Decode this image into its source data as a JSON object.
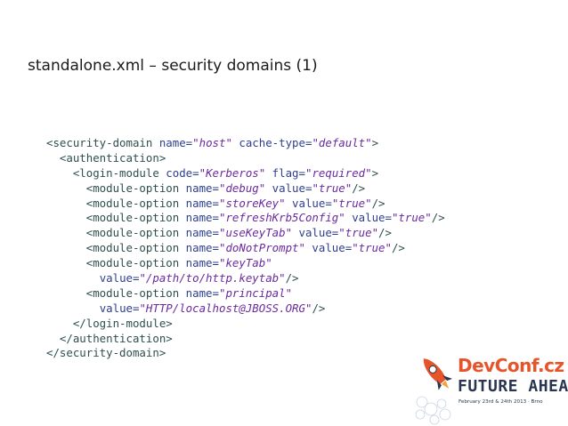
{
  "slide": {
    "title": "standalone.xml – security domains (1)"
  },
  "code_lines": [
    [
      {
        "t": "<security-domain ",
        "c": "tag"
      },
      {
        "t": "name=",
        "c": "attr"
      },
      {
        "t": "\"",
        "c": "q"
      },
      {
        "t": "host",
        "c": "val"
      },
      {
        "t": "\" ",
        "c": "q"
      },
      {
        "t": "cache-type=",
        "c": "attr"
      },
      {
        "t": "\"",
        "c": "q"
      },
      {
        "t": "default",
        "c": "val"
      },
      {
        "t": "\"",
        "c": "q"
      },
      {
        "t": ">",
        "c": "tag"
      }
    ],
    [
      {
        "t": "  <authentication>",
        "c": "tag"
      }
    ],
    [
      {
        "t": "    <login-module ",
        "c": "tag"
      },
      {
        "t": "code=",
        "c": "attr"
      },
      {
        "t": "\"",
        "c": "q"
      },
      {
        "t": "Kerberos",
        "c": "val"
      },
      {
        "t": "\" ",
        "c": "q"
      },
      {
        "t": "flag=",
        "c": "attr"
      },
      {
        "t": "\"",
        "c": "q"
      },
      {
        "t": "required",
        "c": "val"
      },
      {
        "t": "\"",
        "c": "q"
      },
      {
        "t": ">",
        "c": "tag"
      }
    ],
    [
      {
        "t": "      <module-option ",
        "c": "tag"
      },
      {
        "t": "name=",
        "c": "attr"
      },
      {
        "t": "\"",
        "c": "q"
      },
      {
        "t": "debug",
        "c": "val"
      },
      {
        "t": "\" ",
        "c": "q"
      },
      {
        "t": "value=",
        "c": "attr"
      },
      {
        "t": "\"",
        "c": "q"
      },
      {
        "t": "true",
        "c": "val"
      },
      {
        "t": "\"",
        "c": "q"
      },
      {
        "t": "/>",
        "c": "tag"
      }
    ],
    [
      {
        "t": "      <module-option ",
        "c": "tag"
      },
      {
        "t": "name=",
        "c": "attr"
      },
      {
        "t": "\"",
        "c": "q"
      },
      {
        "t": "storeKey",
        "c": "val"
      },
      {
        "t": "\" ",
        "c": "q"
      },
      {
        "t": "value=",
        "c": "attr"
      },
      {
        "t": "\"",
        "c": "q"
      },
      {
        "t": "true",
        "c": "val"
      },
      {
        "t": "\"",
        "c": "q"
      },
      {
        "t": "/>",
        "c": "tag"
      }
    ],
    [
      {
        "t": "      <module-option ",
        "c": "tag"
      },
      {
        "t": "name=",
        "c": "attr"
      },
      {
        "t": "\"",
        "c": "q"
      },
      {
        "t": "refreshKrb5Config",
        "c": "val"
      },
      {
        "t": "\" ",
        "c": "q"
      },
      {
        "t": "value=",
        "c": "attr"
      },
      {
        "t": "\"",
        "c": "q"
      },
      {
        "t": "true",
        "c": "val"
      },
      {
        "t": "\"",
        "c": "q"
      },
      {
        "t": "/>",
        "c": "tag"
      }
    ],
    [
      {
        "t": "      <module-option ",
        "c": "tag"
      },
      {
        "t": "name=",
        "c": "attr"
      },
      {
        "t": "\"",
        "c": "q"
      },
      {
        "t": "useKeyTab",
        "c": "val"
      },
      {
        "t": "\" ",
        "c": "q"
      },
      {
        "t": "value=",
        "c": "attr"
      },
      {
        "t": "\"",
        "c": "q"
      },
      {
        "t": "true",
        "c": "val"
      },
      {
        "t": "\"",
        "c": "q"
      },
      {
        "t": "/>",
        "c": "tag"
      }
    ],
    [
      {
        "t": "      <module-option ",
        "c": "tag"
      },
      {
        "t": "name=",
        "c": "attr"
      },
      {
        "t": "\"",
        "c": "q"
      },
      {
        "t": "doNotPrompt",
        "c": "val"
      },
      {
        "t": "\" ",
        "c": "q"
      },
      {
        "t": "value=",
        "c": "attr"
      },
      {
        "t": "\"",
        "c": "q"
      },
      {
        "t": "true",
        "c": "val"
      },
      {
        "t": "\"",
        "c": "q"
      },
      {
        "t": "/>",
        "c": "tag"
      }
    ],
    [
      {
        "t": "      <module-option ",
        "c": "tag"
      },
      {
        "t": "name=",
        "c": "attr"
      },
      {
        "t": "\"",
        "c": "q"
      },
      {
        "t": "keyTab",
        "c": "val"
      },
      {
        "t": "\"",
        "c": "q"
      }
    ],
    [
      {
        "t": "        ",
        "c": "tag"
      },
      {
        "t": "value=",
        "c": "attr"
      },
      {
        "t": "\"",
        "c": "q"
      },
      {
        "t": "/path/to/http.keytab",
        "c": "val"
      },
      {
        "t": "\"",
        "c": "q"
      },
      {
        "t": "/>",
        "c": "tag"
      }
    ],
    [
      {
        "t": "      <module-option ",
        "c": "tag"
      },
      {
        "t": "name=",
        "c": "attr"
      },
      {
        "t": "\"",
        "c": "q"
      },
      {
        "t": "principal",
        "c": "val"
      },
      {
        "t": "\"",
        "c": "q"
      }
    ],
    [
      {
        "t": "        ",
        "c": "tag"
      },
      {
        "t": "value=",
        "c": "attr"
      },
      {
        "t": "\"",
        "c": "q"
      },
      {
        "t": "HTTP/localhost@JBOSS.ORG",
        "c": "val"
      },
      {
        "t": "\"",
        "c": "q"
      },
      {
        "t": "/>",
        "c": "tag"
      }
    ],
    [
      {
        "t": "    </login-module>",
        "c": "tag"
      }
    ],
    [
      {
        "t": "  </authentication>",
        "c": "tag"
      }
    ],
    [
      {
        "t": "</security-domain>",
        "c": "tag"
      }
    ]
  ],
  "branding": {
    "name": "DevConf.cz",
    "tagline": "FUTURE AHEAD",
    "dates": "February 23rd & 24th 2013 · Brno",
    "logo_icon": "rocket-icon",
    "colors": {
      "accent": "#e8542a",
      "dark": "#2a3550"
    }
  }
}
